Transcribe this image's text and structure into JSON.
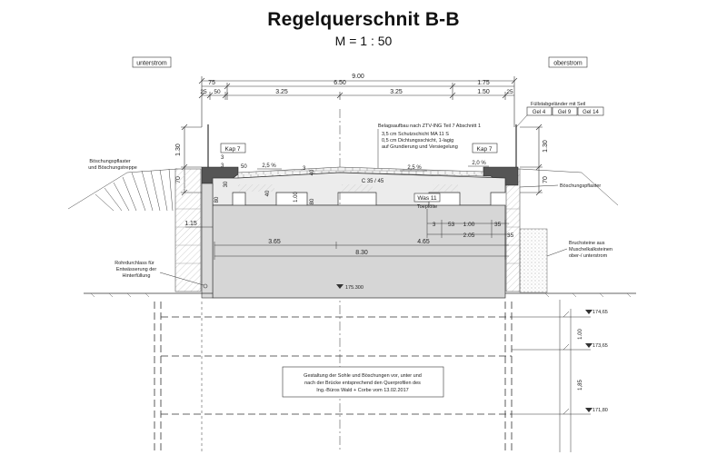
{
  "title": "Regelquerschnit B-B",
  "scale": "M = 1 : 50",
  "sides": {
    "left": "unterstrom",
    "right": "oberstrom"
  },
  "dims": {
    "total": "9.00",
    "left_75": "75",
    "mid_650": "6.50",
    "right_175": "1.75",
    "d25a": "25",
    "d50": "50",
    "d325a": "3.25",
    "d325b": "3.25",
    "d150": "1.50",
    "d25b": "25",
    "h130a": "1.30",
    "h70a": "70",
    "h130b": "1.30",
    "h70b": "70",
    "left_115": "1.15",
    "b365": "3.65",
    "b465": "4.65",
    "b830": "8.30",
    "d53": "53",
    "d100h": "1.00",
    "d35a": "35",
    "d205": "2.05",
    "d35b": "35",
    "d3a": "3",
    "d3b": "3",
    "d3c": "3",
    "d80a": "80",
    "d100v": "1.00",
    "d80b": "80",
    "d30": "30",
    "d40": "40",
    "d50b": "50",
    "d3d": "3",
    "d40b": "40",
    "v100": "1.00",
    "v185": "1,85"
  },
  "levels": {
    "top": "175.300",
    "l1": "174,65",
    "l2": "173,65",
    "l3": "171,80"
  },
  "labels": {
    "kap_left": "Kap 7",
    "kap_right": "Kap 7",
    "gel4": "Gel 4",
    "gel9": "Gel 9",
    "gel14": "Gel 14",
    "railing": "Füllstabgeländer mit Seil",
    "belag_1": "Belagsaufbau nach ZTV-ING Teil 7 Abschnitt 1",
    "belag_2": "3,5 cm Schutzschicht     MA 11 S",
    "belag_3": "0,5 cm Dichtungsschicht, 1-lagig",
    "belag_4": "auf Grundierung und Versiegelung",
    "slope_left": "2,5 %",
    "slope_left2": "2,5 %",
    "slope_right": "2,0 %",
    "concrete": "C 35 / 45",
    "was": "Was 11",
    "toepfe": "Toepfölte",
    "boeschung_left_1": "Böschungspflaster",
    "boeschung_left_2": "und Böschungstreppe",
    "boeschung_right": "Böschungspflaster",
    "bruch_1": "Bruchsteine aus",
    "bruch_2": "Muschelkalksteinen",
    "bruch_3": "ober-/ unterstrom",
    "rohr_1": "Rohrdurchlass für",
    "rohr_2": "Entwässerung der",
    "rohr_3": "Hinterfüllung",
    "note_1": "Gestaltung der Sohle und Böschungen vor, unter und",
    "note_2": "nach der Brücke entsprechend den Querprofilen des",
    "note_3": "Ing.-Büros Wald + Corbe vom 13.02.2017"
  }
}
